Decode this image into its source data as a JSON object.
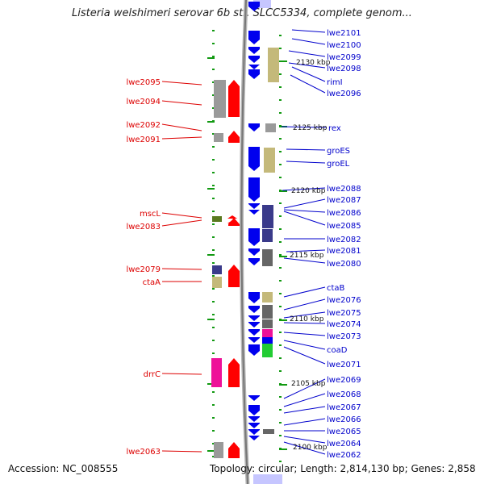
{
  "title": "Listeria welshimeri serovar 6b str. SLCC5334, complete genom...",
  "accession": "Accession: NC_008555",
  "topology": "Topology: circular; Length: 2,814,130 bp; Genes: 2,858",
  "colors": {
    "backbone": "#8a8a8a",
    "forward_gene": "#0000ee",
    "reverse_gene": "#ff0000",
    "forward_label": "#0000cc",
    "reverse_label": "#dd0000",
    "tick": "#119911",
    "cog_khaki": "#c4b97a",
    "cog_grey": "#9a9a9a",
    "cog_navy": "#3a3a8a",
    "cog_olive": "#5a7a20",
    "cog_magenta": "#ee1199",
    "cog_green": "#22cc33",
    "cog_darkgrey": "#666666"
  },
  "scale_labels": [
    {
      "kbp": 2130,
      "text": "2130 kbp"
    },
    {
      "kbp": 2125,
      "text": "2125 kbp"
    },
    {
      "kbp": 2120,
      "text": "2120 kbp"
    },
    {
      "kbp": 2115,
      "text": "2115 kbp"
    },
    {
      "kbp": 2110,
      "text": "2110 kbp"
    },
    {
      "kbp": 2105,
      "text": "2105 kbp"
    },
    {
      "kbp": 2100,
      "text": "2100 kbp"
    }
  ],
  "forward_labels": [
    "lwe2101",
    "lwe2100",
    "lwe2099",
    "lwe2098",
    "rimI",
    "lwe2096",
    "rex",
    "groES",
    "groEL",
    "lwe2088",
    "lwe2087",
    "lwe2086",
    "lwe2085",
    "lwe2082",
    "lwe2081",
    "lwe2080",
    "ctaB",
    "lwe2076",
    "lwe2075",
    "lwe2074",
    "lwe2073",
    "coaD",
    "lwe2071",
    "lwe2069",
    "lwe2068",
    "lwe2067",
    "lwe2066",
    "lwe2065",
    "lwe2064",
    "lwe2062"
  ],
  "reverse_labels": [
    "lwe2095",
    "lwe2094",
    "lwe2092",
    "lwe2091",
    "mscL",
    "lwe2083",
    "lwe2079",
    "ctaA",
    "drrC",
    "lwe2063"
  ]
}
